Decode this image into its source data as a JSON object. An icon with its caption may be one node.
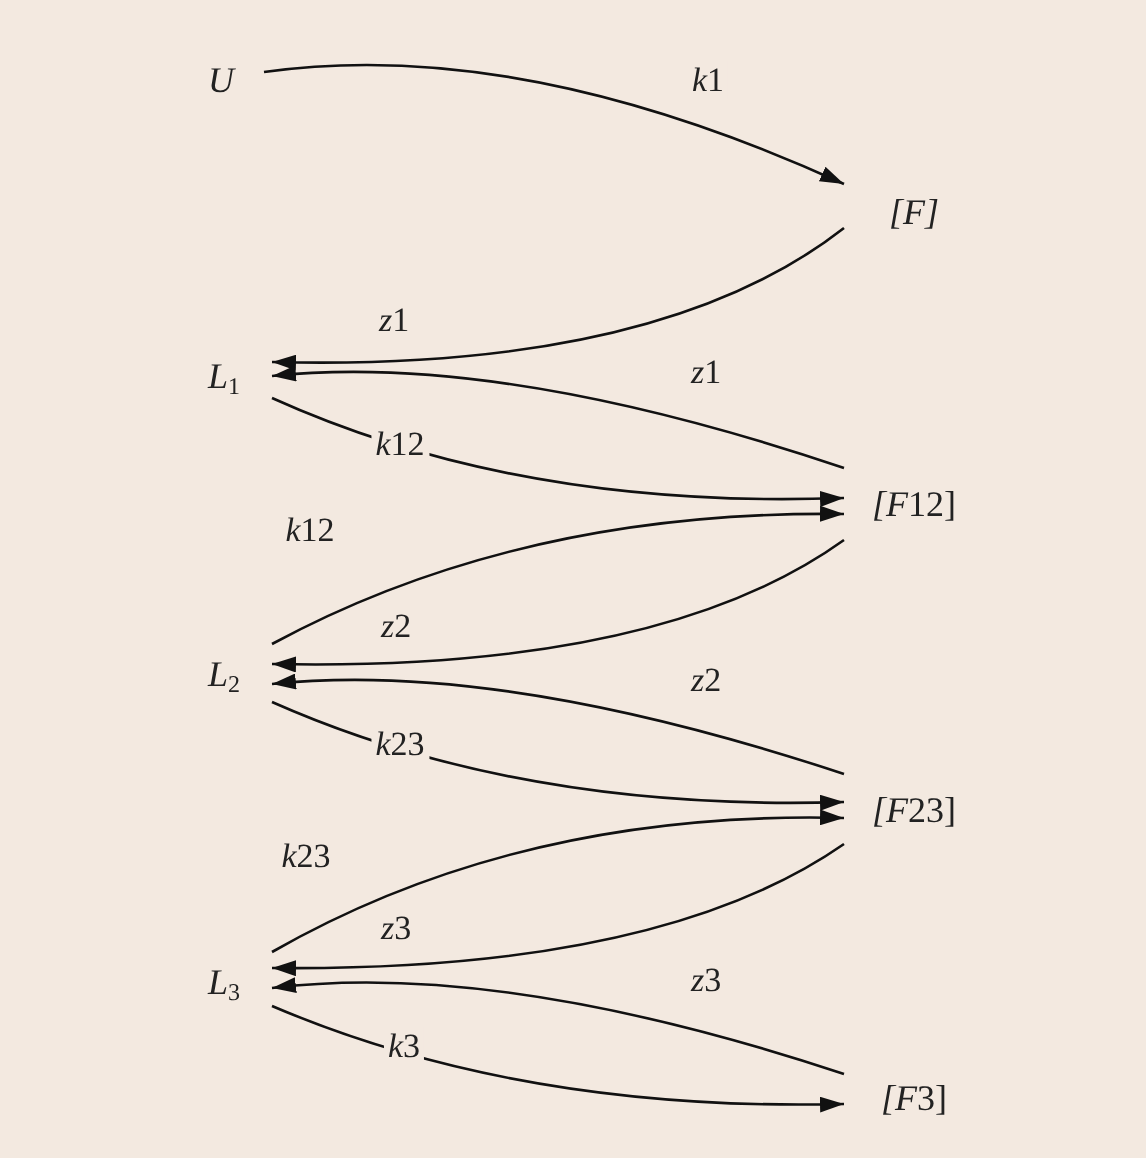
{
  "diagram": {
    "nodes": [
      {
        "text": [
          "U"
        ]
      },
      {
        "text": [
          "[F]"
        ]
      },
      {
        "text": [
          "L$_{1}$"
        ]
      },
      {
        "text": [
          "[F12]"
        ]
      },
      {
        "text": [
          "L$_{2}$"
        ]
      },
      {
        "text": [
          "[F23]"
        ]
      },
      {
        "text": [
          "L$_{3}$"
        ]
      },
      {
        "text": [
          "[F3]"
        ]
      }
    ],
    "edges": [
      {
        "from": 0,
        "to": 1,
        "arrow": "to",
        "label": "k1"
      },
      {
        "from": 1,
        "to": 2,
        "arrow": "to",
        "label": "z1"
      },
      {
        "from": 3,
        "to": 2,
        "arrow": "to",
        "label": "z1"
      },
      {
        "from": 2,
        "to": 3,
        "arrow": "to",
        "label": "k12"
      },
      {
        "from": 4,
        "to": 3,
        "arrow": "to",
        "label": "k12"
      },
      {
        "from": 3,
        "to": 4,
        "arrow": "to",
        "label": "z2"
      },
      {
        "from": 5,
        "to": 4,
        "arrow": "to",
        "label": "z2"
      },
      {
        "from": 4,
        "to": 5,
        "arrow": "to",
        "label": "k23"
      },
      {
        "from": 6,
        "to": 5,
        "arrow": "to",
        "label": "k23"
      },
      {
        "from": 5,
        "to": 6,
        "arrow": "to",
        "label": "z3"
      },
      {
        "from": 7,
        "to": 6,
        "arrow": "to",
        "label": "z3"
      },
      {
        "from": 6,
        "to": 7,
        "arrow": "to",
        "label": "k3"
      }
    ]
  }
}
